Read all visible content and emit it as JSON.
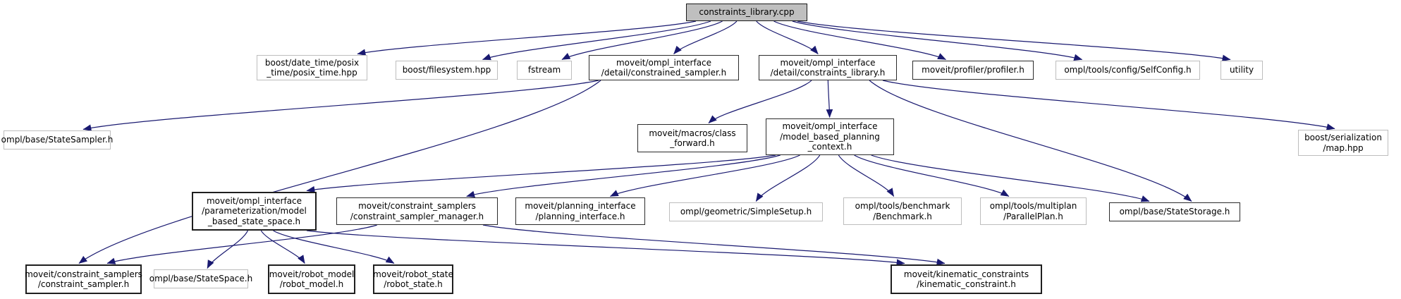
{
  "diagram": {
    "type": "include-dependency-graph",
    "root_file": "constraints_library.cpp",
    "colors": {
      "edge": "#191970",
      "root_fill": "#bfbfbf",
      "node_fill": "#ffffff",
      "border_internal": "#2b2b2b",
      "border_external": "#bdbdbd",
      "text": "#000000"
    },
    "nodes": [
      {
        "id": "root",
        "kind": "root",
        "lines": [
          "constraints_library.cpp"
        ]
      },
      {
        "id": "posix_time",
        "kind": "external",
        "lines": [
          "boost/date_time/posix",
          "_time/posix_time.hpp"
        ]
      },
      {
        "id": "filesystem",
        "kind": "external",
        "lines": [
          "boost/filesystem.hpp"
        ]
      },
      {
        "id": "fstream",
        "kind": "external",
        "lines": [
          "fstream"
        ]
      },
      {
        "id": "constrained_sampler",
        "kind": "internal",
        "lines": [
          "moveit/ompl_interface",
          "/detail/constrained_sampler.h"
        ]
      },
      {
        "id": "constraints_library_h",
        "kind": "internal",
        "lines": [
          "moveit/ompl_interface",
          "/detail/constraints_library.h"
        ]
      },
      {
        "id": "profiler",
        "kind": "internal",
        "lines": [
          "moveit/profiler/profiler.h"
        ]
      },
      {
        "id": "selfconfig",
        "kind": "external",
        "lines": [
          "ompl/tools/config/SelfConfig.h"
        ]
      },
      {
        "id": "utility",
        "kind": "external",
        "lines": [
          "utility"
        ]
      },
      {
        "id": "state_sampler",
        "kind": "external",
        "lines": [
          "ompl/base/StateSampler.h"
        ]
      },
      {
        "id": "class_forward",
        "kind": "internal",
        "lines": [
          "moveit/macros/class",
          "_forward.h"
        ]
      },
      {
        "id": "planning_context",
        "kind": "internal",
        "lines": [
          "moveit/ompl_interface",
          "/model_based_planning",
          "_context.h"
        ]
      },
      {
        "id": "map_hpp",
        "kind": "external",
        "lines": [
          "boost/serialization",
          "/map.hpp"
        ]
      },
      {
        "id": "mbss",
        "kind": "internal-bold",
        "lines": [
          "moveit/ompl_interface",
          "/parameterization/model",
          "_based_state_space.h"
        ]
      },
      {
        "id": "sampler_manager",
        "kind": "internal",
        "lines": [
          "moveit/constraint_samplers",
          "/constraint_sampler_manager.h"
        ]
      },
      {
        "id": "planning_interface",
        "kind": "internal",
        "lines": [
          "moveit/planning_interface",
          "/planning_interface.h"
        ]
      },
      {
        "id": "simple_setup",
        "kind": "external",
        "lines": [
          "ompl/geometric/SimpleSetup.h"
        ]
      },
      {
        "id": "benchmark",
        "kind": "external",
        "lines": [
          "ompl/tools/benchmark",
          "/Benchmark.h"
        ]
      },
      {
        "id": "parallel_plan",
        "kind": "external",
        "lines": [
          "ompl/tools/multiplan",
          "/ParallelPlan.h"
        ]
      },
      {
        "id": "state_storage",
        "kind": "internal",
        "lines": [
          "ompl/base/StateStorage.h"
        ]
      },
      {
        "id": "constraint_sampler",
        "kind": "internal-bold",
        "lines": [
          "moveit/constraint_samplers",
          "/constraint_sampler.h"
        ]
      },
      {
        "id": "state_space",
        "kind": "external",
        "lines": [
          "ompl/base/StateSpace.h"
        ]
      },
      {
        "id": "robot_model",
        "kind": "internal-bold",
        "lines": [
          "moveit/robot_model",
          "/robot_model.h"
        ]
      },
      {
        "id": "robot_state",
        "kind": "internal-bold",
        "lines": [
          "moveit/robot_state",
          "/robot_state.h"
        ]
      },
      {
        "id": "kinematic",
        "kind": "internal-bold",
        "lines": [
          "moveit/kinematic_constraints",
          "/kinematic_constraint.h"
        ]
      }
    ],
    "edges": [
      {
        "from": "root",
        "to": "posix_time"
      },
      {
        "from": "root",
        "to": "filesystem"
      },
      {
        "from": "root",
        "to": "fstream"
      },
      {
        "from": "root",
        "to": "constrained_sampler"
      },
      {
        "from": "root",
        "to": "constraints_library_h"
      },
      {
        "from": "root",
        "to": "profiler"
      },
      {
        "from": "root",
        "to": "selfconfig"
      },
      {
        "from": "root",
        "to": "utility"
      },
      {
        "from": "constrained_sampler",
        "to": "state_sampler"
      },
      {
        "from": "constrained_sampler",
        "to": "constraint_sampler"
      },
      {
        "from": "constraints_library_h",
        "to": "class_forward"
      },
      {
        "from": "constraints_library_h",
        "to": "planning_context"
      },
      {
        "from": "constraints_library_h",
        "to": "state_storage"
      },
      {
        "from": "constraints_library_h",
        "to": "map_hpp"
      },
      {
        "from": "planning_context",
        "to": "mbss"
      },
      {
        "from": "planning_context",
        "to": "sampler_manager"
      },
      {
        "from": "planning_context",
        "to": "planning_interface"
      },
      {
        "from": "planning_context",
        "to": "simple_setup"
      },
      {
        "from": "planning_context",
        "to": "benchmark"
      },
      {
        "from": "planning_context",
        "to": "parallel_plan"
      },
      {
        "from": "planning_context",
        "to": "state_storage"
      },
      {
        "from": "mbss",
        "to": "state_space"
      },
      {
        "from": "mbss",
        "to": "robot_model"
      },
      {
        "from": "mbss",
        "to": "robot_state"
      },
      {
        "from": "mbss",
        "to": "kinematic"
      },
      {
        "from": "sampler_manager",
        "to": "constraint_sampler"
      },
      {
        "from": "sampler_manager",
        "to": "kinematic"
      }
    ]
  }
}
